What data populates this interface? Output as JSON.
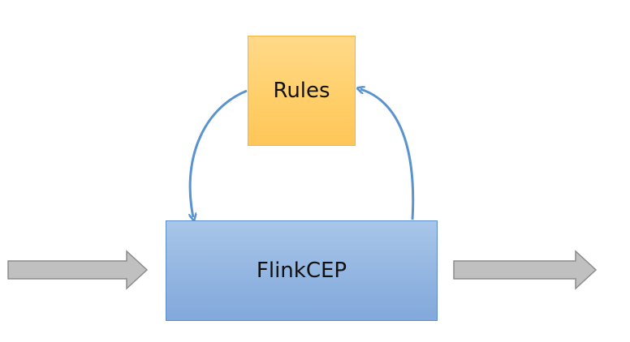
{
  "nodes": {
    "rules": {
      "label": "Rules"
    },
    "flinkcep": {
      "label": "FlinkCEP"
    }
  },
  "edges": [
    {
      "from": "rules",
      "to": "flinkcep"
    },
    {
      "from": "flinkcep",
      "to": "rules"
    },
    {
      "from": "input",
      "to": "flinkcep"
    },
    {
      "from": "flinkcep",
      "to": "output"
    }
  ],
  "colors": {
    "rules_fill": "#ffcf6a",
    "rules_border": "#f2b53c",
    "flink_fill": "#92b5e1",
    "flink_border": "#5b8bc9",
    "connector": "#5b93cf",
    "io_arrow_fill": "#c0c0c0",
    "io_arrow_border": "#8c8c8c"
  }
}
